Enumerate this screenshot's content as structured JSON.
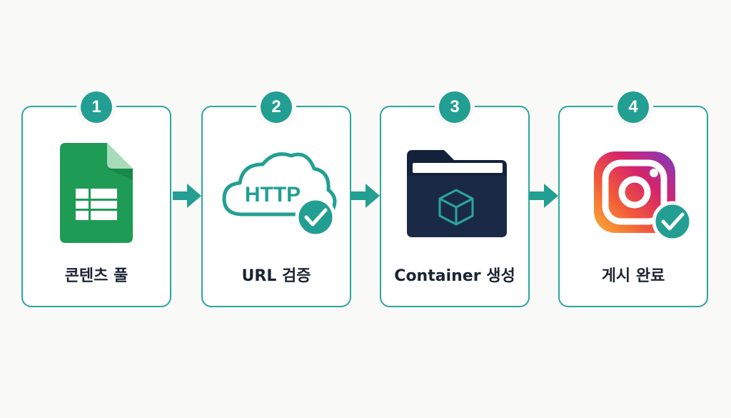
{
  "steps": [
    {
      "number": "1",
      "label": "콘텐츠 풀",
      "icon": "spreadsheet-icon"
    },
    {
      "number": "2",
      "label": "URL 검증",
      "icon": "http-cloud-icon",
      "icon_text": "HTTP"
    },
    {
      "number": "3",
      "label": "Container 생성",
      "icon": "folder-cube-icon"
    },
    {
      "number": "4",
      "label": "게시 완료",
      "icon": "instagram-icon"
    }
  ],
  "colors": {
    "accent": "#229f92",
    "border": "#2aa79b",
    "text": "#1c2433",
    "sheet_green": "#1e9b55",
    "folder_navy": "#13213a"
  }
}
